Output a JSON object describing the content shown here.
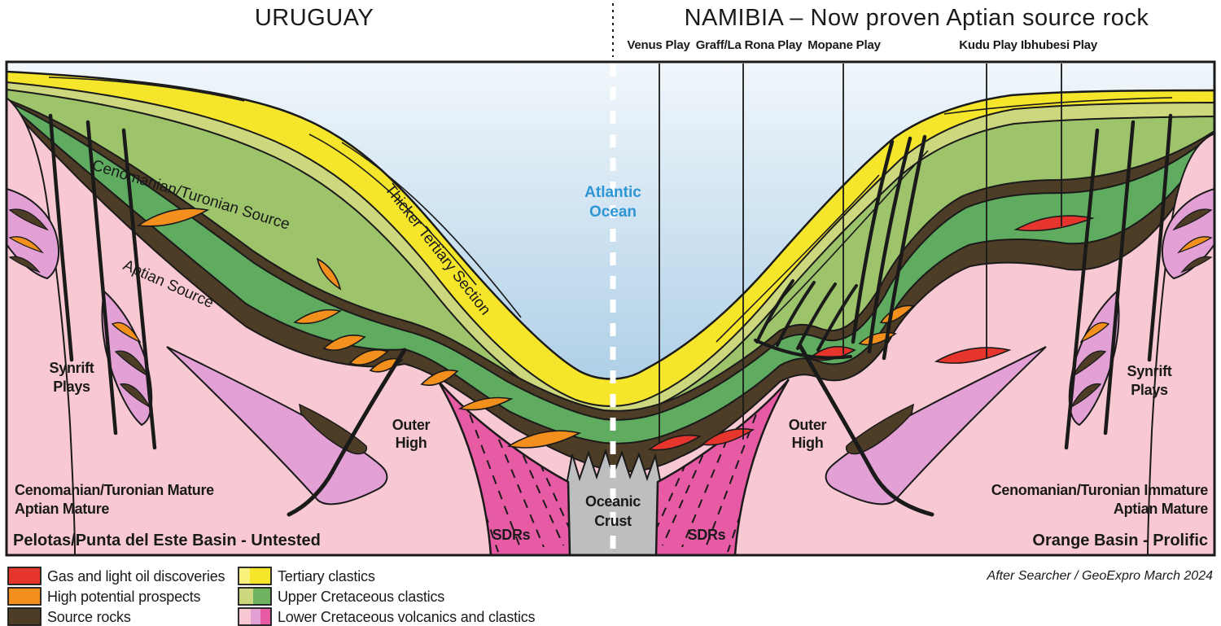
{
  "titles": {
    "uruguay": "URUGUAY",
    "namibia": "NAMIBIA – Now proven Aptian source rock"
  },
  "plays": {
    "venus": "Venus Play",
    "graff": "Graff/La Rona Play",
    "mopane": "Mopane Play",
    "kudu": "Kudu Play",
    "ibhubesi": "Ibhubesi Play"
  },
  "ocean": {
    "line1": "Atlantic",
    "line2": "Ocean"
  },
  "annotations": {
    "cen_tur_source": "Cenomanian/Turonian Source",
    "aptian_source": "Aptian Source",
    "thicker_tertiary": "Thicker Tertiary Section",
    "synrift_line1": "Synrift",
    "synrift_line2": "Plays",
    "outer_line1": "Outer",
    "outer_line2": "High",
    "oceanic_line1": "Oceanic",
    "oceanic_line2": "Crust",
    "sdrs_left": "SDRs",
    "sdrs_right": "SDRs",
    "left_maturity_line1": "Cenomanian/Turonian Mature",
    "left_maturity_line2": "Aptian Mature",
    "right_maturity_line1": "Cenomanian/Turonian Immature",
    "right_maturity_line2": "Aptian Mature",
    "left_basin": "Pelotas/Punta del Este Basin - Untested",
    "right_basin": "Orange Basin - Prolific"
  },
  "legend": {
    "items": [
      {
        "label": "Gas and light oil discoveries",
        "color": "#E5352C"
      },
      {
        "label": "High potential prospects",
        "color": "#F28F1D"
      },
      {
        "label": "Source rocks",
        "color": "#4D3C26"
      },
      {
        "label": "Tertiary clastics",
        "colors": [
          "#F9F37E",
          "#F5E62B"
        ]
      },
      {
        "label": "Upper Cretaceous clastics",
        "colors": [
          "#CDD77E",
          "#6FB360"
        ]
      },
      {
        "label": "Lower Cretaceous volcanics and clastics",
        "colors": [
          "#F8C9D2",
          "#E2A0D4",
          "#E75AA4"
        ]
      }
    ]
  },
  "attribution": "After Searcher / GeoExpro March 2024",
  "colors": {
    "ocean_top": "#F1F7FB",
    "ocean_deep": "#AECFE7",
    "tertiary_yellow": "#F5E62B",
    "upper_cretaceous_olive": "#CDD77E",
    "cenomanian_green": "#9DC46B",
    "aptian_green": "#5FAC60",
    "source_rock_brown": "#4D3C26",
    "basement_pink": "#F8C9D2",
    "synrift_orchid": "#E2A0D4",
    "sdr_magenta": "#E75AA4",
    "oceanic_crust_gray": "#BDBEC0",
    "discovery_red": "#E5352C",
    "prospect_orange": "#F28F1D",
    "ocean_label_blue": "#2E96D4",
    "line_black": "#1A1A1A"
  }
}
